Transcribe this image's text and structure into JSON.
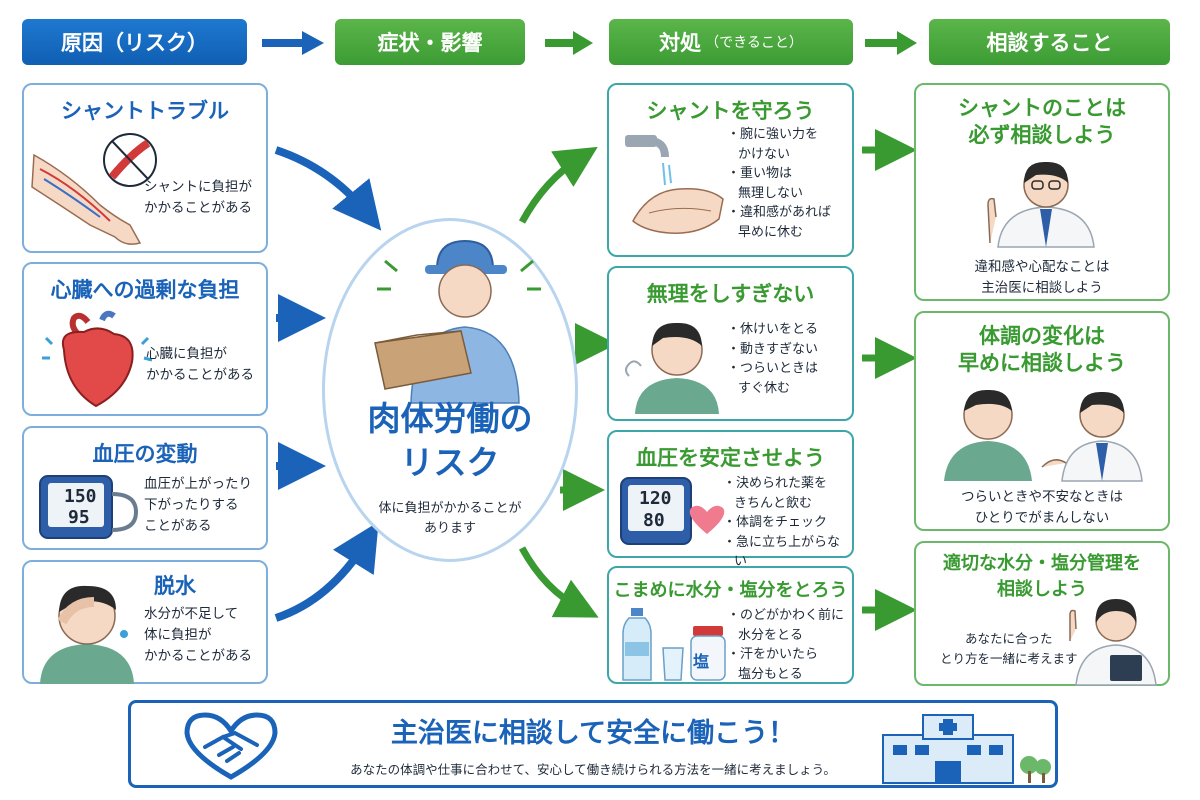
{
  "headers": [
    {
      "label": "原因（リスク）",
      "sub": ""
    },
    {
      "label": "症状・影響",
      "sub": ""
    },
    {
      "label": "対処",
      "sub": "（できること）"
    },
    {
      "label": "相談すること",
      "sub": ""
    }
  ],
  "causes": [
    {
      "title": "シャントトラブル",
      "text": [
        "シャントに負担が",
        "かかることがある"
      ]
    },
    {
      "title": "心臓への過剰な負担",
      "text": [
        "心臓に負担が",
        "かかることがある"
      ]
    },
    {
      "title": "血圧の変動",
      "text": [
        "血圧が上がったり",
        "下がったりする",
        "ことがある"
      ]
    },
    {
      "title": "脱水",
      "text": [
        "水分が不足して",
        "体に負担が",
        "かかることがある"
      ]
    }
  ],
  "bp1": {
    "top": "150",
    "bottom": "95"
  },
  "center": {
    "title1": "肉体労働の",
    "title2": "リスク",
    "sub1": "体に負担がかかることが",
    "sub2": "あります"
  },
  "actions": [
    {
      "title": "シャントを守ろう",
      "bullets": [
        [
          "腕に強い力を",
          "かけない"
        ],
        [
          "重い物は",
          "無理しない"
        ],
        [
          "違和感があれば",
          "早めに休む"
        ]
      ]
    },
    {
      "title": "無理をしすぎない",
      "bullets": [
        [
          "休けいをとる"
        ],
        [
          "動きすぎない"
        ],
        [
          "つらいときは",
          "すぐ休む"
        ]
      ]
    },
    {
      "title": "血圧を安定させよう",
      "bullets": [
        [
          "決められた薬を",
          "きちんと飲む"
        ],
        [
          "体調をチェック"
        ],
        [
          "急に立ち上がらない"
        ]
      ]
    },
    {
      "title": "こまめに水分・塩分をとろう",
      "bullets": [
        [
          "のどがかわく前に",
          "水分をとる"
        ],
        [
          "汗をかいたら",
          "塩分もとる"
        ]
      ]
    }
  ],
  "bp2": {
    "top": "120",
    "bottom": "80"
  },
  "salt_label": "塩",
  "consult": [
    {
      "title": [
        "シャントのことは",
        "必ず相談しよう"
      ],
      "text": [
        "違和感や心配なことは",
        "主治医に相談しよう"
      ]
    },
    {
      "title": [
        "体調の変化は",
        "早めに相談しよう"
      ],
      "text": [
        "つらいときや不安なときは",
        "ひとりでがまんしない"
      ]
    },
    {
      "title": [
        "適切な水分・塩分管理を",
        "相談しよう"
      ],
      "text": [
        "あなたに合った",
        "とり方を一緒に考えます"
      ]
    }
  ],
  "banner": {
    "title": "主治医に相談して安全に働こう！",
    "text": "あなたの体調や仕事に合わせて、安心して働き続けられる方法を一緒に考えましょう。"
  },
  "colors": {
    "blue": "#1a63b8",
    "green": "#3a9a32",
    "teal": "#3da7a8"
  }
}
